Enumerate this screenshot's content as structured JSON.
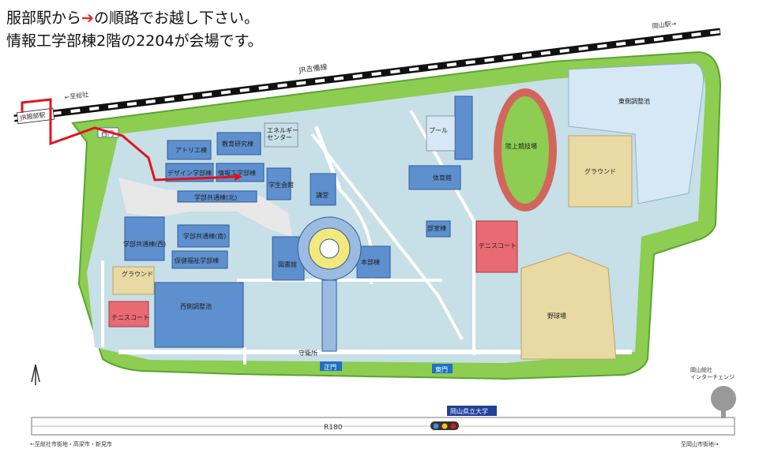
{
  "header": {
    "line1_pre": "服部駅から",
    "line1_arrow": "➔",
    "line1_post": "の順路でお越し下さい。",
    "line2": "情報工学部棟2階の2204が会場です。"
  },
  "colors": {
    "route": "#e1141c",
    "grass": "#8ccd52",
    "campus_bg": "#c7dfe7",
    "building": "#5e8fcf",
    "water": "#d6e8f6",
    "field": "#e9d9a2",
    "track": "#d2665c",
    "tennis": "#e96a72",
    "road": "#ffffff"
  },
  "rail": {
    "line_label": "JR吉備線",
    "station_label": "JR服部駅",
    "direction_west": "←至総社",
    "direction_east": "岡山駅→"
  },
  "buildings": {
    "atelier": "アトリエ棟",
    "edu_research": "教育研究棟",
    "energy": "エネルギー\nセンター",
    "design": "デザイン学部棟",
    "info_eng": "情報工学部棟",
    "student_hall": "学生会館",
    "common_north": "学部共通棟(北)",
    "lecture_hall": "講堂",
    "common_west": "学部共通棟(西)",
    "common_south": "学部共通棟(南)",
    "health_welfare": "保健福祉学部棟",
    "library": "図書館",
    "main_building": "本部棟",
    "club": "部室棟",
    "gym": "体育館",
    "pool": "プール",
    "guard": "守衛所",
    "west_gate_sign": "西門"
  },
  "facilities": {
    "east_pond": "東側調整池",
    "track_field": "陸上競技場",
    "ground_east": "グラウンド",
    "tennis_east": "テニスコート",
    "baseball": "野球場",
    "ground_west": "グラウンド",
    "tennis_west": "テニスコート",
    "west_pond": "西側調整池"
  },
  "gates": {
    "main": "正門",
    "east": "東門"
  },
  "road": {
    "name": "R180",
    "university_sign": "岡山県立大学",
    "west_direction": "←至総社市街地・高梁市・新見市",
    "east_direction": "至岡山市街地→",
    "interchange": "岡山総社\nインターチェンジ"
  }
}
